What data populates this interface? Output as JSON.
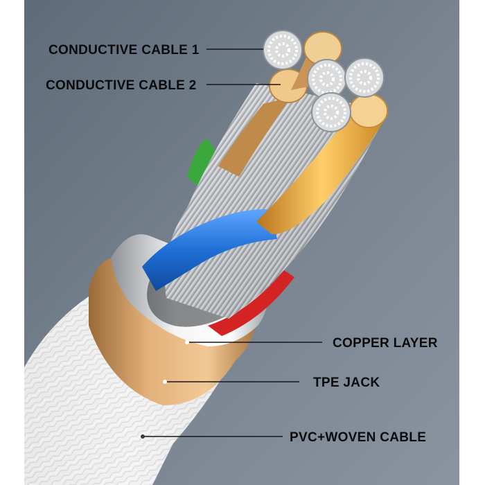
{
  "labels": {
    "conductive_cable_1": "CONDUCTIVE CABLE 1",
    "conductive_cable_2": "CONDUCTIVE CABLE 2",
    "copper_layer": "COPPER LAYER",
    "tpe_jack": "TPE JACK",
    "pvc_woven_cable": "PVC+WOVEN CABLE"
  },
  "colors": {
    "background_panel": "#6f7a86",
    "jacket_white": "#f0f0f0",
    "copper_band": "#c9955c",
    "silver_band": "#d9dadc",
    "gold_wire": "#e6a83a",
    "blue_wire": "#1f6fd6",
    "red_wire": "#d42323",
    "green_wire": "#3aa83a",
    "steel_strands": "#b9bcc0"
  }
}
